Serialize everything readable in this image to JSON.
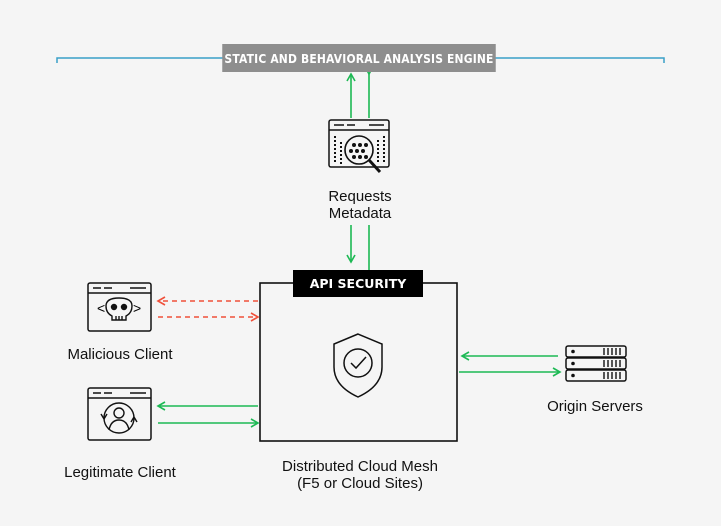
{
  "engine": {
    "title": "STATIC AND BEHAVIORAL ANALYSIS ENGINE"
  },
  "requests": {
    "label_line1": "Requests",
    "label_line2": "Metadata"
  },
  "api_security": {
    "title": "API SECURITY"
  },
  "mesh": {
    "label_line1": "Distributed Cloud Mesh",
    "label_line2": "(F5 or Cloud Sites)"
  },
  "malicious_client": {
    "label": "Malicious Client",
    "code_glyph_left": "<",
    "code_glyph_right": ">"
  },
  "legitimate_client": {
    "label": "Legitimate Client"
  },
  "origin_servers": {
    "label": "Origin Servers"
  },
  "colors": {
    "background": "#f5f5f5",
    "legit_flow": "#1db954",
    "malicious_flow": "#f0503a",
    "bracket": "#3aa0c8",
    "banner": "#8e8e8e",
    "stroke": "#111111"
  },
  "icons": [
    "analysis-window-icon",
    "magnifier-icon",
    "skull-icon",
    "user-icon",
    "shield-check-icon",
    "server-stack-icon"
  ]
}
